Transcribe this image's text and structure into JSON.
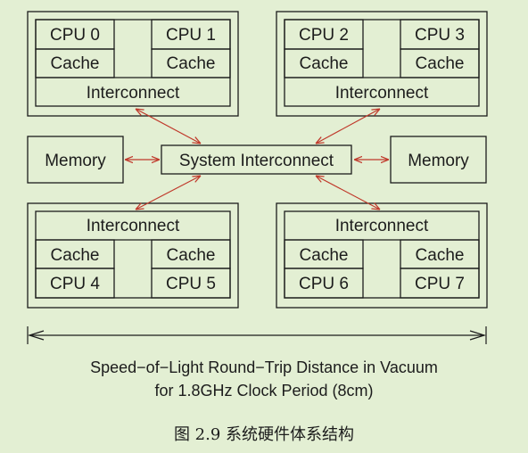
{
  "diagram": {
    "nodes": {
      "cpu0": "CPU 0",
      "cpu1": "CPU 1",
      "cpu2": "CPU 2",
      "cpu3": "CPU 3",
      "cpu4": "CPU 4",
      "cpu5": "CPU 5",
      "cpu6": "CPU 6",
      "cpu7": "CPU 7",
      "cache": "Cache",
      "interconnect": "Interconnect",
      "system_interconnect": "System Interconnect",
      "memory": "Memory"
    },
    "caption_line1": "Speed−of−Light Round−Trip Distance in Vacuum",
    "caption_line2": "for 1.8GHz Clock Period (8cm)",
    "arrow_color": "#c0392b"
  },
  "figure_caption": "图 2.9  系统硬件体系结构"
}
